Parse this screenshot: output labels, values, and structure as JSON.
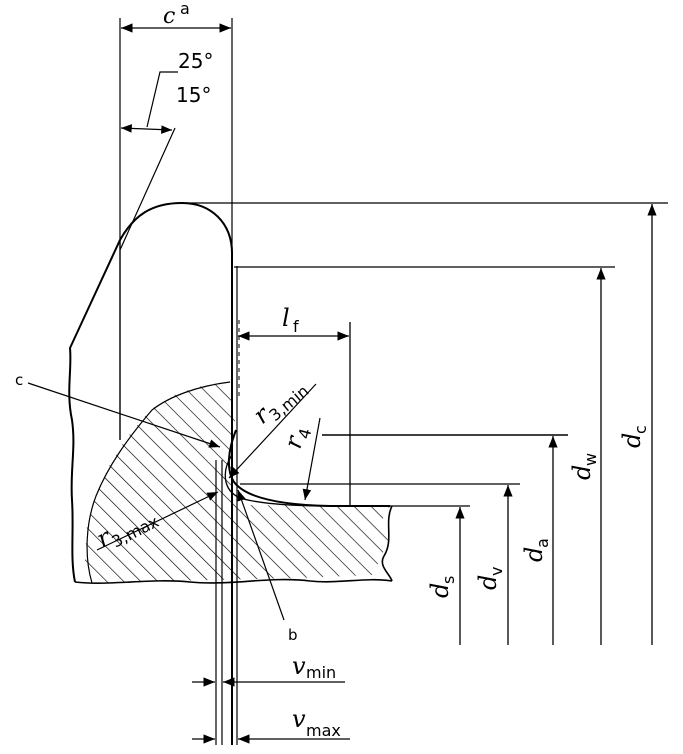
{
  "labels": {
    "c_main": "c",
    "c_super": "a",
    "angle_1": "25°",
    "angle_2": "15°",
    "lf_main": "l",
    "lf_sub": "f",
    "r3min_main": "r",
    "r3min_sub": "3,min",
    "r4_main": "r",
    "r4_sub": "4",
    "r3max_main": "r",
    "r3max_sub": "3,max",
    "note_c": "c",
    "note_b": "b",
    "dc_main": "d",
    "dc_sub": "c",
    "dw_main": "d",
    "dw_sub": "w",
    "da_main": "d",
    "da_sub": "a",
    "dv_main": "d",
    "dv_sub": "v",
    "ds_main": "d",
    "ds_sub": "s",
    "vmin_main": "v",
    "vmin_sub": "min",
    "vmax_main": "v",
    "vmax_sub": "max"
  },
  "colors": {
    "line": "#000000",
    "background": "#ffffff"
  }
}
